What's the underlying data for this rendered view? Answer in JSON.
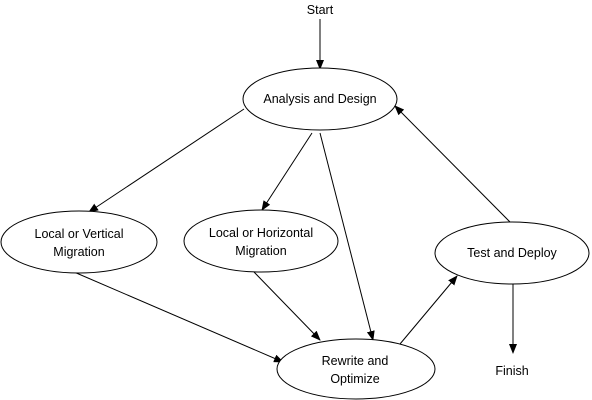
{
  "diagram": {
    "start": "Start",
    "finish": "Finish",
    "nodes": {
      "analysis": "Analysis and Design",
      "vertical_line1": "Local or Vertical",
      "vertical_line2": "Migration",
      "horizontal_line1": "Local or Horizontal",
      "horizontal_line2": "Migration",
      "rewrite_line1": "Rewrite and",
      "rewrite_line2": "Optimize",
      "test": "Test and Deploy"
    }
  }
}
